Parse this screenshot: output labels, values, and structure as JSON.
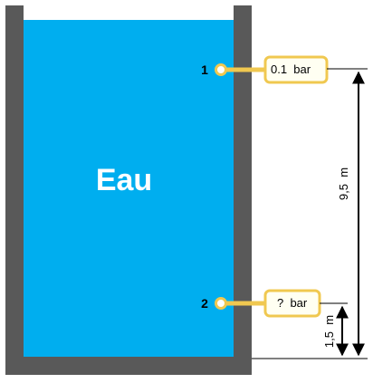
{
  "water_label": "Eau",
  "gauges": [
    {
      "number": "1",
      "reading": "0.1  bar"
    },
    {
      "number": "2",
      "reading": "?  bar"
    }
  ],
  "dimensions": {
    "height_gauge1": "9,5  m",
    "height_gauge2": "1,5  m"
  },
  "colors": {
    "water": "#00aeef",
    "wall": "#595959",
    "gauge": "#f0c850",
    "gauge_box_fill": "#fffff2",
    "arrow": "#000000"
  }
}
